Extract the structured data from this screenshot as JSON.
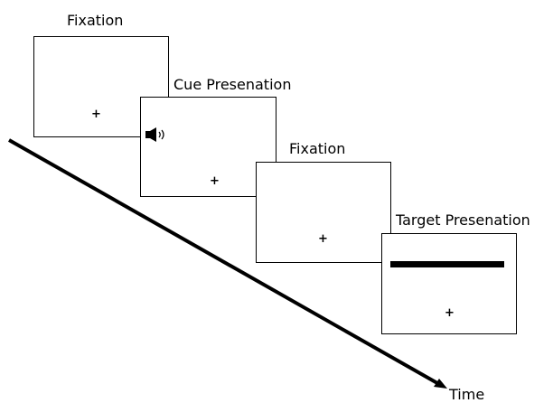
{
  "stages": [
    {
      "label": "Fixation"
    },
    {
      "label": "Cue Presenation",
      "icon": "speaker-icon"
    },
    {
      "label": "Fixation"
    },
    {
      "label": "Target Presenation"
    }
  ],
  "fixation_symbol": "+",
  "axis_label": "Time"
}
